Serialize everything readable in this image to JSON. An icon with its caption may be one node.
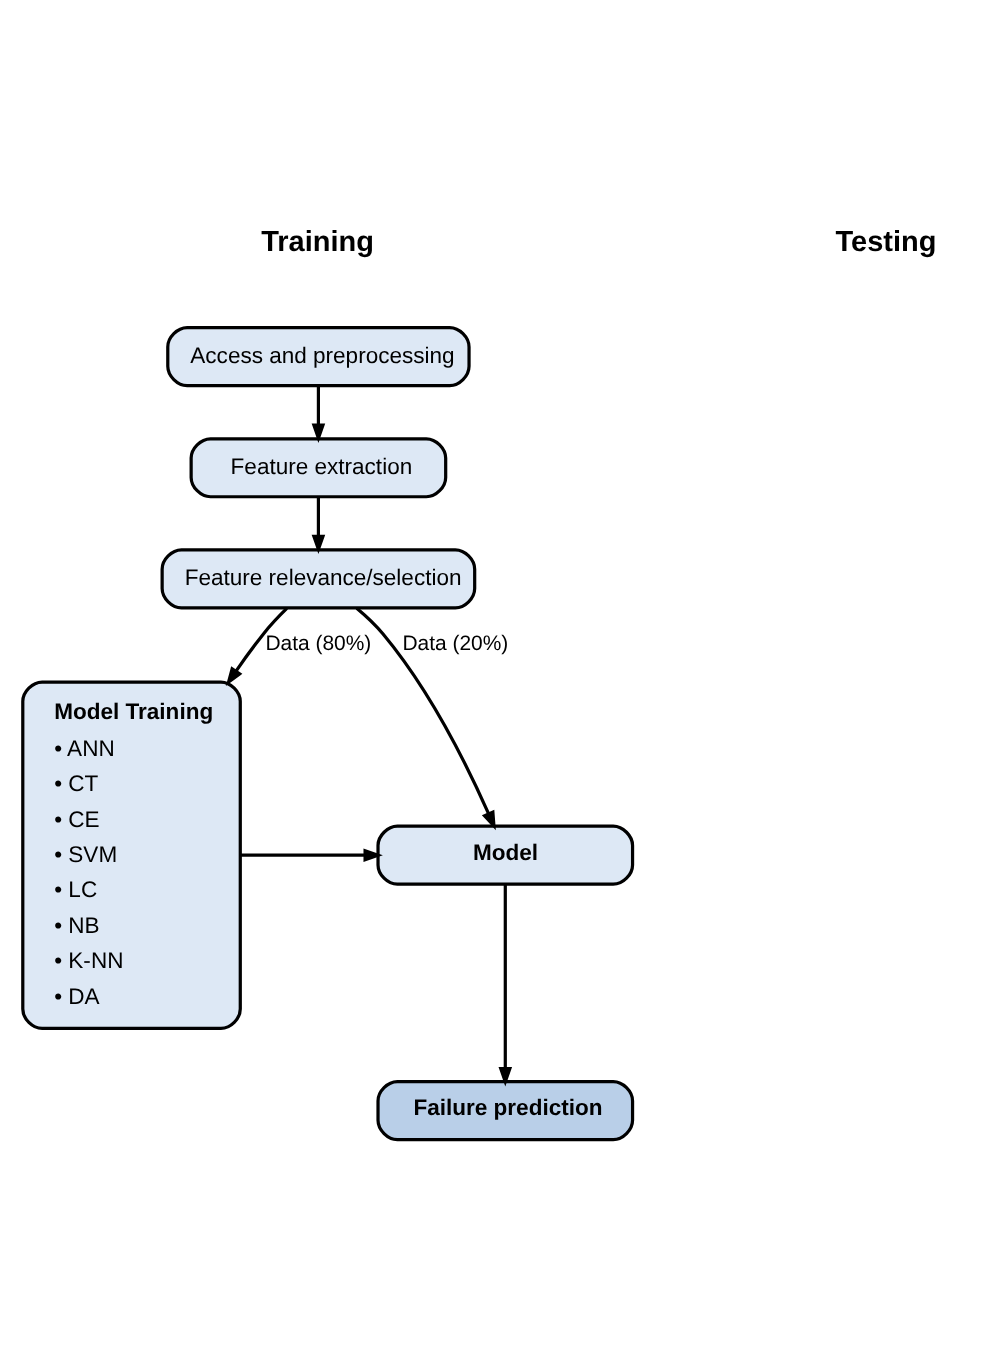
{
  "diagram": {
    "nodes": [
      {
        "text": [
          "Access and preprocessing"
        ]
      },
      {
        "text": [
          "Feature extraction"
        ]
      },
      {
        "text": [
          "Feature relevance/selection"
        ]
      },
      {
        "text": [
          "Model Training",
          "• ANN",
          "• CT",
          "• CE",
          "• SVM",
          "• LC",
          "• NB",
          "• K-NN",
          "• DA"
        ]
      },
      {
        "text": [
          "Model"
        ]
      },
      {
        "text": [
          "Failure prediction"
        ]
      }
    ],
    "edges": [
      {
        "from": 0,
        "to": 1,
        "arrow": "to"
      },
      {
        "from": 1,
        "to": 2,
        "arrow": "to"
      },
      {
        "from": 2,
        "to": 3,
        "arrow": "to",
        "label": "Data (80%)"
      },
      {
        "from": 2,
        "to": 4,
        "arrow": "to",
        "label": "Data (20%)"
      },
      {
        "from": 3,
        "to": 4,
        "arrow": "to"
      },
      {
        "from": 4,
        "to": 5,
        "arrow": "to"
      }
    ],
    "labels": [
      "Training",
      "Testing"
    ]
  }
}
